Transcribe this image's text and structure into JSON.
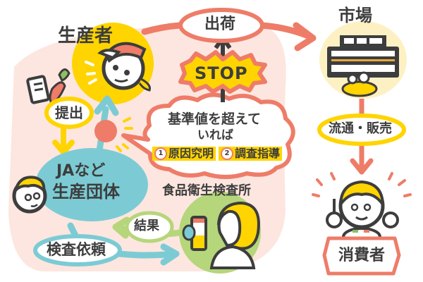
{
  "colors": {
    "background": "#ffffff",
    "producer_region": "#fde6df",
    "salmon": "#ee7c68",
    "yellow": "#ffd400",
    "teal": "#7ccbd4",
    "green": "#b5d67a",
    "market_bg": "#fdf1c4",
    "ink": "#3d3d3d"
  },
  "nodes": {
    "producer": {
      "label": "生産者"
    },
    "submit": {
      "label": "提出"
    },
    "ja": {
      "line1": "JAなど",
      "line2": "生産団体"
    },
    "shipping": {
      "label": "出荷"
    },
    "stop": {
      "label": "STOP"
    },
    "exceed": {
      "line1": "基準値を超えて",
      "line2": "いれば",
      "actions": [
        {
          "num": "1",
          "label": "原因究明"
        },
        {
          "num": "2",
          "label": "調査指導"
        }
      ]
    },
    "inspection_lab": {
      "label": "食品衛生検査所"
    },
    "result": {
      "label": "結果"
    },
    "request": {
      "label": "検査依頼"
    },
    "market": {
      "label": "市場"
    },
    "distribution": {
      "label": "流通・販売"
    },
    "consumer": {
      "label": "消費者"
    }
  }
}
